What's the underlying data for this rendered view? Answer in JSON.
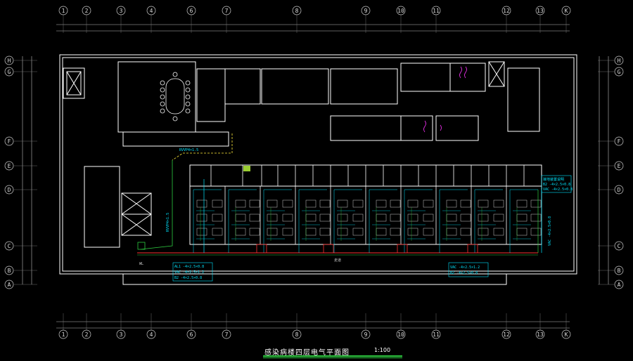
{
  "drawing": {
    "title": "感染病楼四层电气平面图",
    "scale": "1:100"
  },
  "axes": {
    "top_columns": [
      "1",
      "2",
      "3",
      "4",
      "6",
      "7",
      "8",
      "9",
      "10",
      "11",
      "12",
      "13",
      "K"
    ],
    "bottom_columns": [
      "1",
      "2",
      "3",
      "4",
      "6",
      "7",
      "8",
      "9",
      "10",
      "11",
      "12",
      "13",
      "K"
    ],
    "rows": [
      "H",
      "G",
      "F",
      "E",
      "D",
      "C",
      "B",
      "A"
    ]
  },
  "annotations": {
    "riser_top": "RVVP4×1.5",
    "riser_left": "RVVP4×1.5",
    "left_bus_label": "WL",
    "corridor_label": "走道",
    "left_box": [
      "AL1 -4×2.5×0.8",
      "VAC -4×2.5×1.2",
      "B2 -4×2.5×0.8"
    ],
    "right_box": [
      "VAC -4×2.5×1.2",
      "B2 -4×2.5×0.8"
    ],
    "right_top_box": [
      "接地装置说明",
      "B2 -4×2.5×0.8",
      "VAC -4×2.5×0.8"
    ],
    "right_vertical": "VAC -4×2.5×0.8"
  },
  "colors": {
    "background": "#000000",
    "walls": "#ffffff",
    "grid": "#cfcfcf",
    "circuit_cyan": "#00e5ff",
    "circuit_red": "#ff3030",
    "circuit_green": "#2ecc40",
    "circuit_yellow": "#ffeb3b",
    "magenta": "#ff33ff"
  }
}
